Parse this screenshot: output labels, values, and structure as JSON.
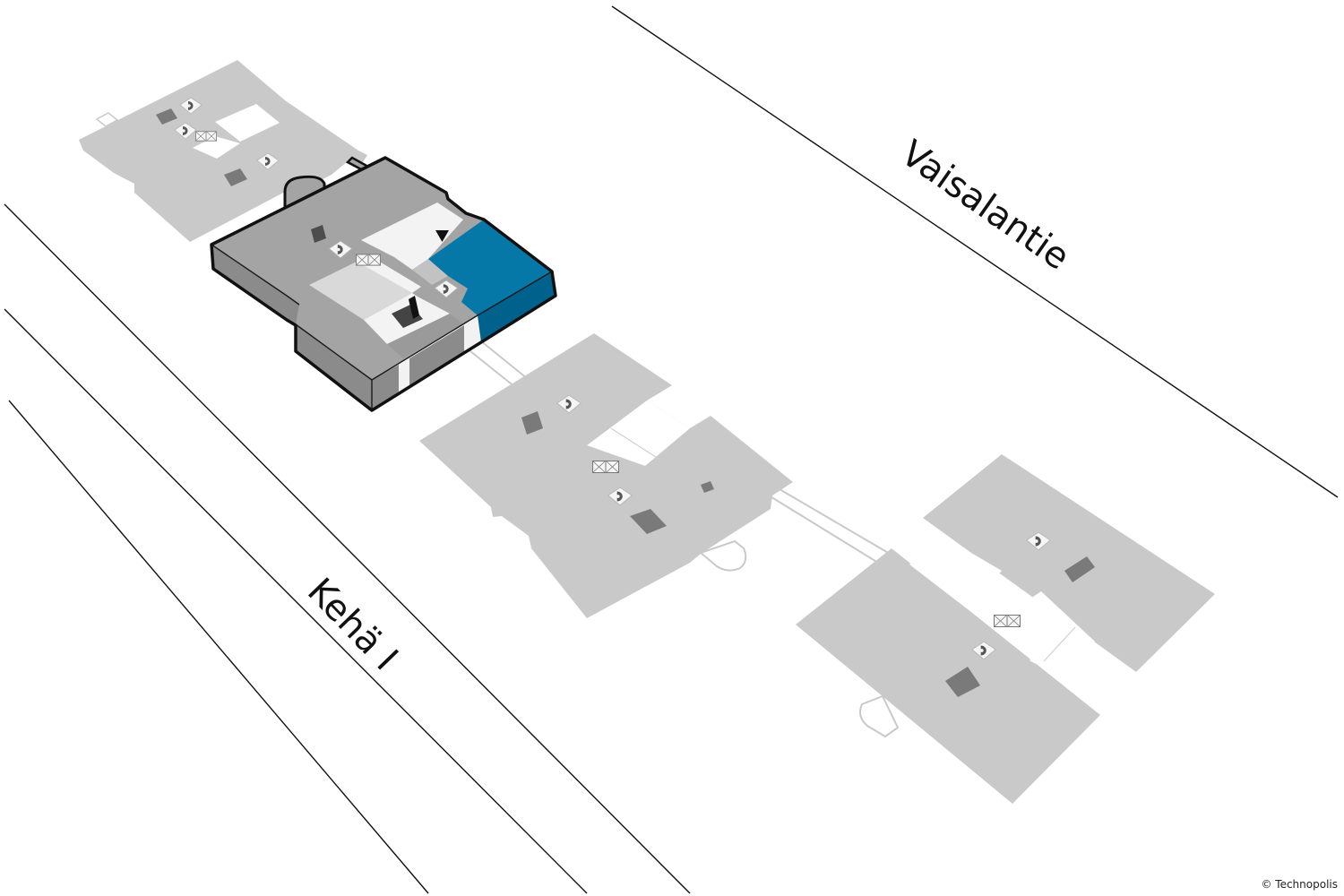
{
  "map": {
    "roads": {
      "vaisalantie_label": "Vaisalantie",
      "kehae_label": "Kehä I"
    },
    "copyright": "© Technopolis",
    "colors": {
      "highlight_area": "#0678a8",
      "highlight_side": "#00628c",
      "selected_building_top": "#a4a4a4",
      "selected_building_side": "#8b8b8b",
      "other_building": "#c9c9c9",
      "room_light": "#d9d9d9",
      "dark_block": "#7a7a7a",
      "outline": "#111111"
    },
    "icons": [
      "toilet-icon",
      "elevator-icon",
      "entrance-arrow-icon"
    ]
  }
}
